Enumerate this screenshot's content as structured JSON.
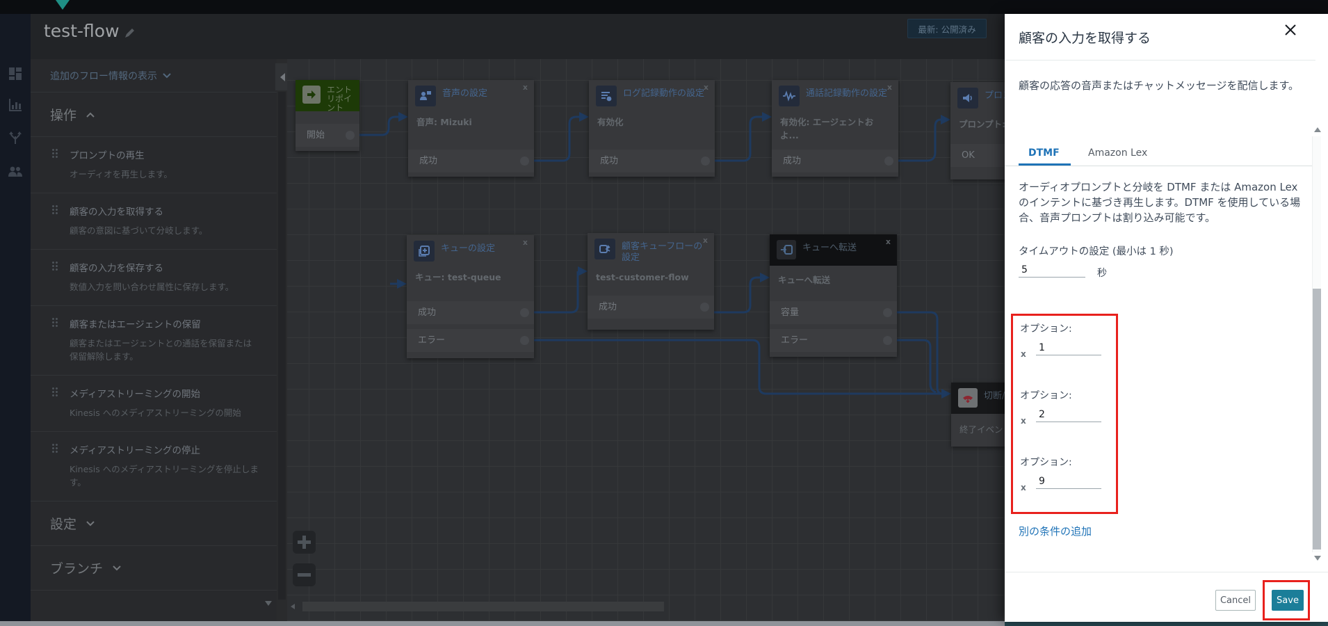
{
  "header": {
    "title": "test-flow",
    "status_badge": "最新: 公開済み"
  },
  "sidebar": {
    "show_more_link": "追加のフロー情報の表示",
    "sections": {
      "operations": "操作",
      "settings": "設定",
      "branch": "ブランチ"
    },
    "items": [
      {
        "title": "プロンプトの再生",
        "desc": "オーディオを再生します。"
      },
      {
        "title": "顧客の入力を取得する",
        "desc": "顧客の意図に基づいて分岐します。"
      },
      {
        "title": "顧客の入力を保存する",
        "desc": "数値入力を問い合わせ属性に保存します。"
      },
      {
        "title": "顧客またはエージェントの保留",
        "desc": "顧客またはエージェントとの通話を保留または保留解除します。"
      },
      {
        "title": "メディアストリーミングの開始",
        "desc": "Kinesis へのメディアストリーミングの開始"
      },
      {
        "title": "メディアストリーミングの停止",
        "desc": "Kinesis へのメディアストリーミングを停止します。"
      }
    ]
  },
  "canvas": {
    "node_close": "x",
    "nodes": [
      {
        "title": "エントリポイント",
        "rows": [
          "開始"
        ]
      },
      {
        "title": "音声の設定",
        "body": "音声: Mizuki",
        "rows": [
          "成功"
        ]
      },
      {
        "title": "ログ記録動作の設定",
        "body": "有効化",
        "rows": [
          "成功"
        ]
      },
      {
        "title": "通話記録動作の設定",
        "body": "有効化: エージェントおよ...",
        "rows": [
          "成功"
        ]
      },
      {
        "title": "プロン",
        "body": "プロンプト:",
        "rows": [
          "OK"
        ]
      },
      {
        "title": "キューの設定",
        "body": "キュー: test-queue",
        "rows": [
          "成功",
          "エラー"
        ]
      },
      {
        "title": "顧客キューフローの設定",
        "body": "test-customer-flow",
        "rows": [
          "成功"
        ]
      },
      {
        "title": "キューへ転送",
        "body": "キューへ転送",
        "rows": [
          "容量",
          "エラー"
        ]
      },
      {
        "title": "切断/",
        "body": "終了イベン",
        "rows": []
      }
    ]
  },
  "panel": {
    "title": "顧客の入力を取得する",
    "description": "顧客の応答の音声またはチャットメッセージを配信します。",
    "tabs": [
      {
        "label": "DTMF"
      },
      {
        "label": "Amazon Lex"
      }
    ],
    "dtmf_description": "オーディオプロンプトと分岐を DTMF または Amazon Lex のインテントに基づき再生します。DTMF を使用している場合、音声プロンプトは割り込み可能です。",
    "timeout_label": "タイムアウトの設定 (最小は 1 秒)",
    "timeout_value": "5",
    "timeout_unit": "秒",
    "option_label": "オプション:",
    "options": [
      {
        "remove_label": "x",
        "value": "1"
      },
      {
        "remove_label": "x",
        "value": "2"
      },
      {
        "remove_label": "x",
        "value": "9"
      }
    ],
    "add_condition_link": "別の条件の追加",
    "cancel_label": "Cancel",
    "save_label": "Save"
  },
  "colors": {
    "accent_blue": "#1f73b7",
    "save_teal": "#1b7e99",
    "annotation_red": "#e8211d",
    "entry_green_dimmed": "#1d3a07",
    "connector_blue_dimmed": "#1e3a5f",
    "overlay_canvas": "#2d2f32",
    "panel_bg": "#ffffff"
  }
}
